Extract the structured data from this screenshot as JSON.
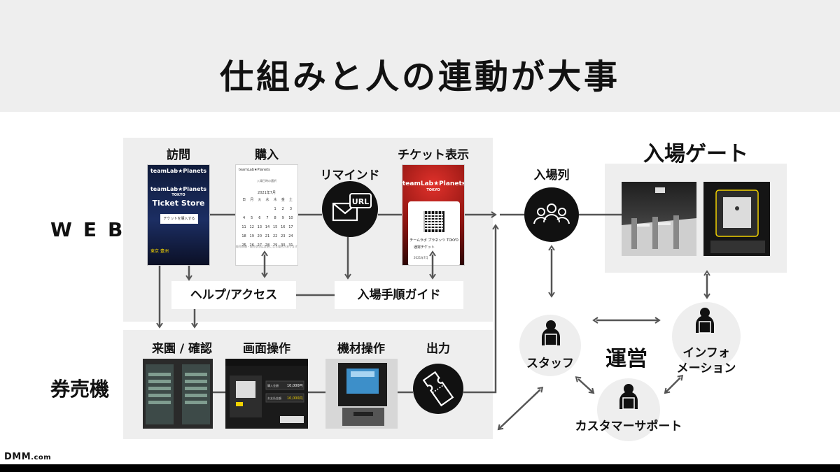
{
  "slide": {
    "title": "仕組みと人の連動が大事",
    "footer_logo": "DMM",
    "footer_logo_suffix": ".com"
  },
  "rows": {
    "web": "WEB",
    "kiosk": "券売機"
  },
  "web_steps": {
    "visit": "訪問",
    "purchase": "購入",
    "reminder": "リマインド",
    "ticket_display": "チケット表示",
    "reminder_badge": "URL"
  },
  "web_support": {
    "help_access": "ヘルプ/アクセス",
    "entry_guide": "入場手順ガイド"
  },
  "kiosk_steps": {
    "visit_confirm": "来園 / 確認",
    "screen_operation": "画面操作",
    "equipment_operation": "機材操作",
    "output": "出力"
  },
  "venue": {
    "queue": "入場列",
    "gate": "入場ゲート",
    "operations": "運営",
    "staff": "スタッフ",
    "information_line1": "インフォ",
    "information_line2": "メーション",
    "customer_support": "カスタマーサポート"
  },
  "screens": {
    "visit": {
      "brand": "teamLab★Planets",
      "brand_sub": "TOKYO",
      "hero_title": "Ticket Store",
      "cta": "チケットを購入する",
      "footer": "東京 豊洲"
    },
    "purchase": {
      "brand": "teamLab★Planets",
      "subtitle": "入場日時の選択",
      "month": "2021年7月",
      "weekdays": [
        "日",
        "月",
        "火",
        "水",
        "木",
        "金",
        "土"
      ],
      "days": [
        "",
        "",
        "",
        "",
        "1",
        "2",
        "3",
        "4",
        "5",
        "6",
        "7",
        "8",
        "9",
        "10",
        "11",
        "12",
        "13",
        "14",
        "15",
        "16",
        "17",
        "18",
        "19",
        "20",
        "21",
        "22",
        "23",
        "24",
        "25",
        "26",
        "27",
        "28",
        "29",
        "30",
        "31"
      ],
      "note": "販売期間・販売状況は変更になる場合があります"
    },
    "ticket": {
      "brand": "teamLab★Planets",
      "brand_sub": "TOKYO",
      "name": "チームラボ プラネッツ TOKYO",
      "type": "通常チケット",
      "date": "2021年7月"
    },
    "kiosk_screen": {
      "amount_label": "購入金額",
      "amount": "10,000円",
      "paid_label": "お支払金額",
      "paid": "10,000円"
    }
  },
  "colors": {
    "panel": "#eeeeee",
    "accent_black": "#111111",
    "arrow": "#555555"
  },
  "icons": {
    "reminder": "mail-icon",
    "queue": "group-icon",
    "output": "ticket-icon",
    "staff": "staff-person-icon"
  }
}
